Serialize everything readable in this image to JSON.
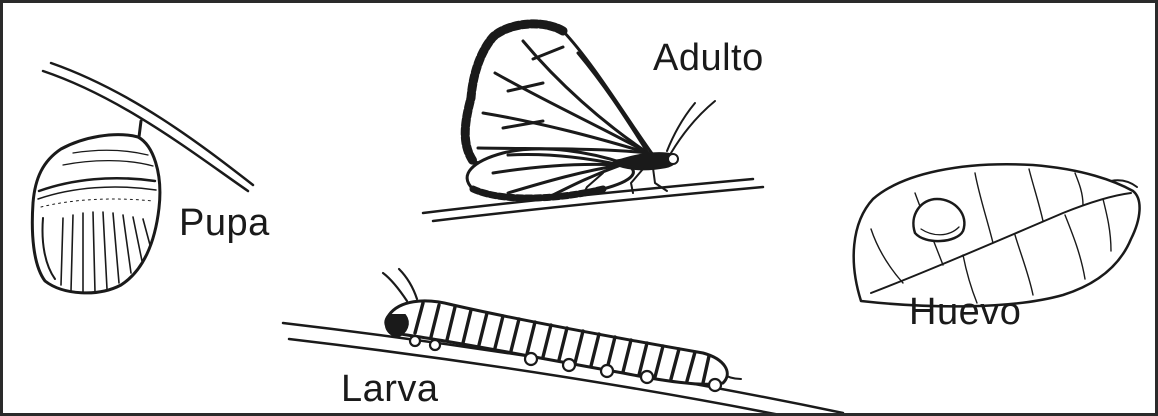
{
  "stages": {
    "adult": {
      "label": "Adulto",
      "icon": "butterfly-icon"
    },
    "pupa": {
      "label": "Pupa",
      "icon": "chrysalis-icon"
    },
    "egg": {
      "label": "Huevo",
      "icon": "egg-on-leaf-icon"
    },
    "larva": {
      "label": "Larva",
      "icon": "caterpillar-icon"
    }
  },
  "colors": {
    "ink": "#1a1a1a",
    "frame": "#2a2a2a",
    "background": "#ffffff"
  }
}
